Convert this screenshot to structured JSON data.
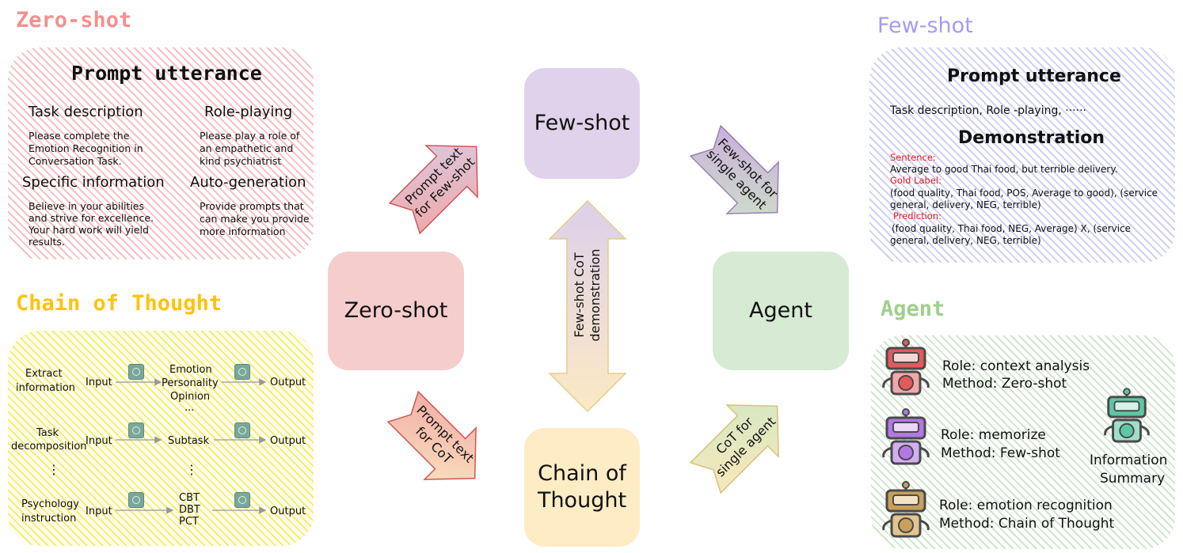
{
  "sections": {
    "zero_shot_title": "Zero-shot",
    "cot_title": "Chain of Thought",
    "few_shot_title": "Few-shot",
    "agent_title": "Agent"
  },
  "zero_panel": {
    "heading": "Prompt utterance",
    "task_desc_title": "Task description",
    "task_desc_lines": [
      "Please complete the",
      "Emotion Recognition in",
      "Conversation Task."
    ],
    "role_title": "Role-playing",
    "role_lines": [
      "Please play a role of",
      "an empathetic and",
      "kind psychiatrist"
    ],
    "specific_title": "Specific information",
    "specific_lines": [
      "Believe in your abilities",
      "and strive for excellence.",
      "Your hard work will yield",
      "results."
    ],
    "auto_title": "Auto-generation",
    "auto_lines": [
      "Provide prompts that",
      "can make you provide",
      "more information"
    ]
  },
  "cot_panel": {
    "row1_label": [
      "Extract",
      "information"
    ],
    "row1_mid": [
      "Emotion",
      "Personality",
      "Opinion",
      "..."
    ],
    "row2_label": [
      "Task",
      "decomposition"
    ],
    "row2_mid": "Subtask",
    "row3_label": [
      "Psychology",
      "instruction"
    ],
    "row3_mid": [
      "CBT",
      "DBT",
      "PCT"
    ],
    "input": "Input",
    "output": "Output",
    "dots": "⋮"
  },
  "few_panel": {
    "heading": "Prompt utterance",
    "line1": "Task description, Role -playing, ······",
    "demo_heading": "Demonstration",
    "sentence_label": "Sentence:",
    "sentence": "Average to good Thai food, but terrible delivery.",
    "gold_label": "Gold Label:",
    "gold": [
      "(food quality, Thai food, POS, Average to good), (service",
      "general, delivery, NEG, terrible)"
    ],
    "prediction_label": "Prediction:",
    "prediction": [
      "(food quality, Thai food, NEG, Average) X, (service",
      "general, delivery, NEG, terrible)"
    ]
  },
  "agent_panel": {
    "agent1": [
      "Role: context analysis",
      "Method: Zero-shot"
    ],
    "agent2": [
      "Role: memorize",
      "Method: Few-shot"
    ],
    "agent3": [
      "Role: emotion recognition",
      "Method: Chain of Thought"
    ],
    "summary": [
      "Information",
      "Summary"
    ]
  },
  "nodes": {
    "few_shot": "Few-shot",
    "zero_shot": "Zero-shot",
    "agent": "Agent",
    "cot": [
      "Chain of",
      "Thought"
    ]
  },
  "arrows": {
    "zero_to_few": [
      "Prompt text",
      "for Few-shot"
    ],
    "few_to_agent": [
      "Few-shot for",
      "single agent"
    ],
    "zero_to_cot": [
      "Prompt text",
      "for CoT"
    ],
    "cot_to_agent": [
      "CoT for",
      "single agent"
    ],
    "few_cot": [
      "Few-shot CoT",
      "demonstration"
    ]
  },
  "colors": {
    "zero_title": "#f4908f",
    "cot_title": "#ffc20e",
    "few_title": "#a59cf2",
    "agent_title": "#9fd08b",
    "node_few": "#e0d2ea",
    "node_zero": "#f6cdcd",
    "node_agent": "#d6ead4",
    "node_cot": "#fdecc4"
  }
}
